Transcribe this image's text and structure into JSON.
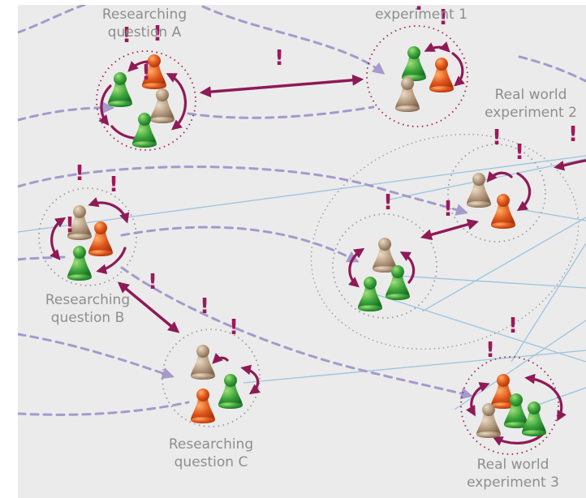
{
  "diagram": {
    "colors": {
      "background": "#ebebeb",
      "dashed_link": "#a59acb",
      "thin_link": "#9cc3de",
      "arrow": "#8e1a56",
      "exclamation": "#9b1a5a",
      "circle_dotted": "#a01d55",
      "cluster_dotted": "#9a9a9a",
      "pawn_green": "#3aa33a",
      "pawn_orange": "#e0561c",
      "pawn_tan": "#b49a7e",
      "label": "#8e8e8e"
    },
    "groups": [
      {
        "id": "question-a",
        "lines": [
          "Researching",
          "question A"
        ],
        "pawns": [
          "green",
          "orange",
          "tan",
          "green"
        ]
      },
      {
        "id": "experiment-1",
        "lines": [
          "experiment 1"
        ],
        "pawns": [
          "green",
          "orange",
          "tan"
        ]
      },
      {
        "id": "experiment-2",
        "lines": [
          "Real world",
          "experiment 2"
        ],
        "pawns": [
          "tan",
          "orange"
        ]
      },
      {
        "id": "question-b",
        "lines": [
          "Researching",
          "question B"
        ],
        "pawns": [
          "tan",
          "orange",
          "green"
        ]
      },
      {
        "id": "central",
        "lines": [],
        "pawns": [
          "tan",
          "green",
          "green"
        ]
      },
      {
        "id": "question-c",
        "lines": [
          "Researching",
          "question C"
        ],
        "pawns": [
          "tan",
          "green",
          "orange"
        ]
      },
      {
        "id": "experiment-3",
        "lines": [
          "Real world",
          "experiment 3"
        ],
        "pawns": [
          "orange",
          "tan",
          "green",
          "green"
        ]
      }
    ],
    "glyph": "!"
  }
}
